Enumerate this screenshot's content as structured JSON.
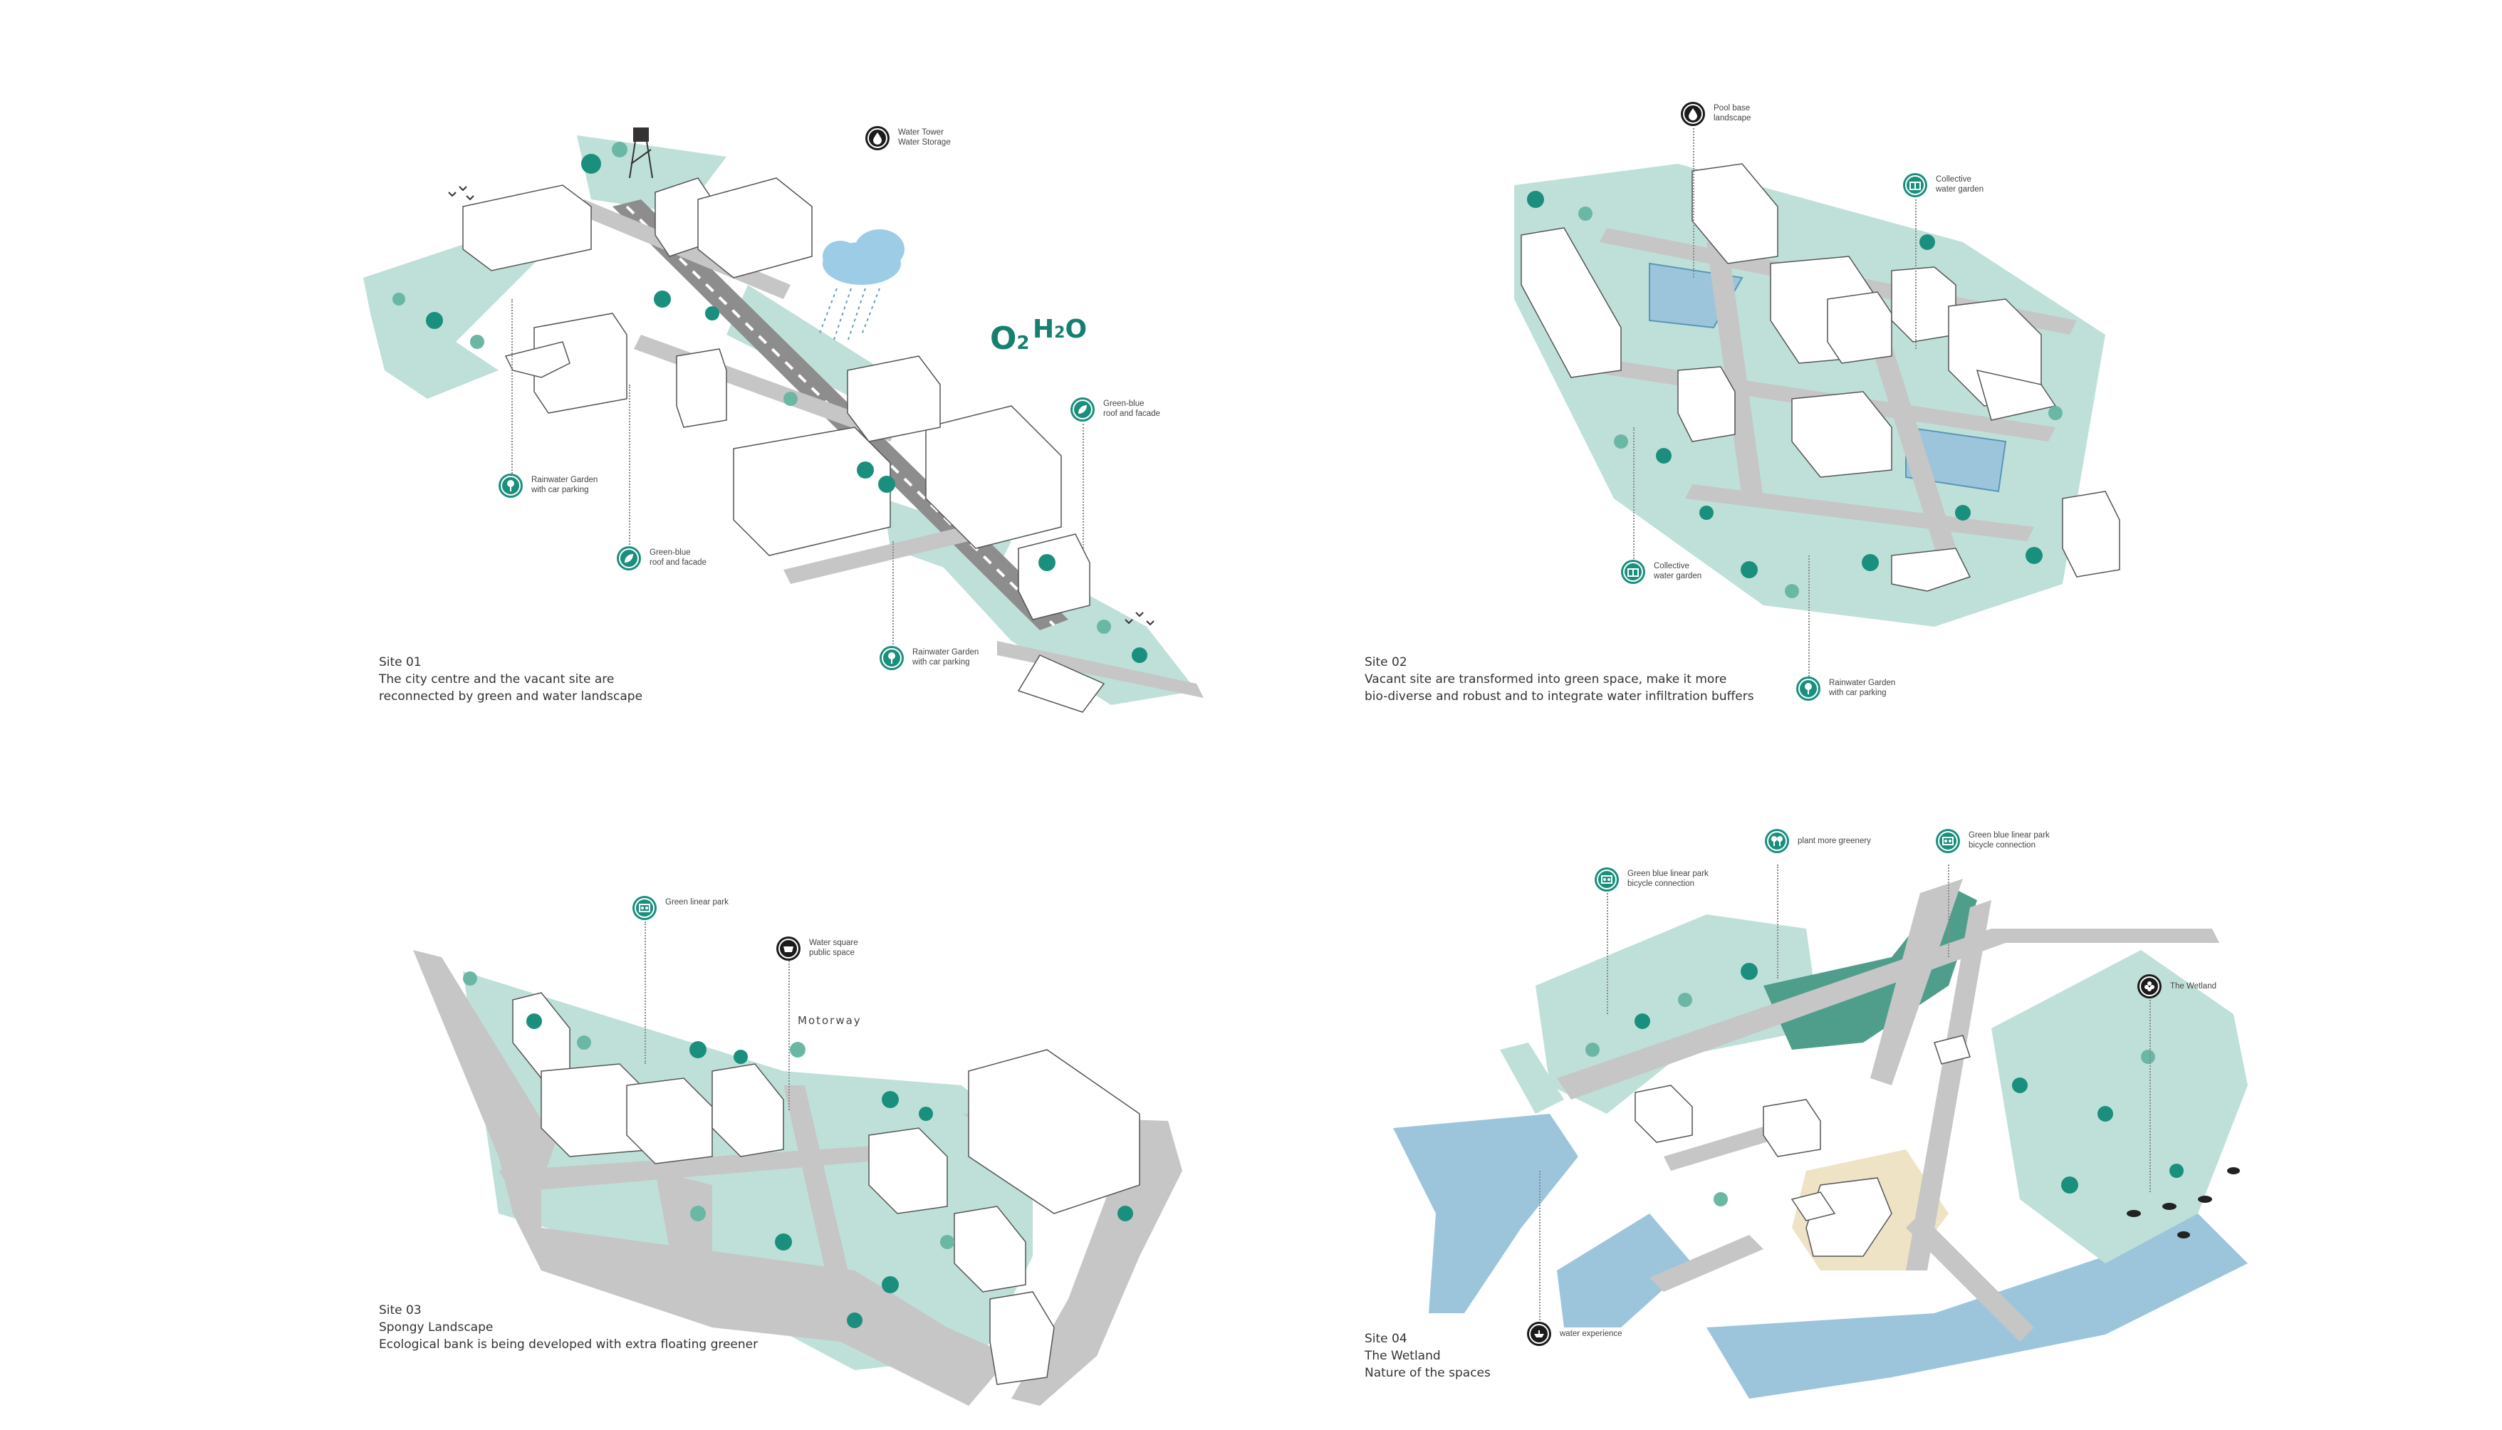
{
  "colors": {
    "green": "#bfe0d8",
    "teal": "#1a8f7e",
    "water": "#9cc5dc",
    "road": "#c6c6c6",
    "building": "#ffffff",
    "sand": "#efe3c6"
  },
  "site01": {
    "title": "Site 01",
    "desc1": "The city centre and the vacant site are",
    "desc2": "reconnected by green and water landscape",
    "chem_o2": "O",
    "chem_o2_sub": "2",
    "chem_h2o_h": "H",
    "chem_h2o_sub": "2",
    "chem_h2o_o": "O",
    "callouts": {
      "tower": {
        "line1": "Water Tower",
        "line2": "Water Storage",
        "icon": "water-drop-icon"
      },
      "roof_right": {
        "line1": "Green-blue",
        "line2": "roof and facade",
        "icon": "leaf-icon"
      },
      "rain_left": {
        "line1": "Rainwater Garden",
        "line2": "with car parking",
        "icon": "tree-icon"
      },
      "roof_left": {
        "line1": "Green-blue",
        "line2": "roof and facade",
        "icon": "leaf-icon"
      },
      "rain_bottom": {
        "line1": "Rainwater Garden",
        "line2": "with car parking",
        "icon": "tree-icon"
      }
    }
  },
  "site02": {
    "title": "Site 02",
    "desc1": "Vacant site are transformed into green space, make it more",
    "desc2": "bio-diverse and robust and to integrate water infiltration buffers",
    "callouts": {
      "pool": {
        "line1": "Pool base",
        "line2": "landscape",
        "icon": "water-drop-icon"
      },
      "collective_top": {
        "line1": "Collective",
        "line2": "water garden",
        "icon": "garden-icon"
      },
      "collective_left": {
        "line1": "Collective",
        "line2": "water garden",
        "icon": "garden-icon"
      },
      "rain": {
        "line1": "Rainwater Garden",
        "line2": "with car parking",
        "icon": "tree-icon"
      }
    }
  },
  "site03": {
    "title": "Site 03",
    "desc1": "Spongy Landscape",
    "desc2": "Ecological bank is being developed with extra floating greener",
    "motorway": "Motorway",
    "callouts": {
      "linear_park": {
        "line1": "Green linear park",
        "icon": "park-icon"
      },
      "water_square": {
        "line1": "Water square",
        "line2": "public space",
        "icon": "basin-icon"
      }
    }
  },
  "site04": {
    "title": "Site 04",
    "desc1": "The Wetland",
    "desc2": "Nature of the spaces",
    "callouts": {
      "bike_left": {
        "line1": "Green blue linear park",
        "line2": "bicycle connection",
        "icon": "park-icon"
      },
      "greenery": {
        "line1": "plant more greenery",
        "icon": "trees-icon"
      },
      "bike_right": {
        "line1": "Green blue linear park",
        "line2": "bicycle connection",
        "icon": "park-icon"
      },
      "wetland": {
        "line1": "The Wetland",
        "icon": "flower-icon"
      },
      "water_exp": {
        "line1": "water experience",
        "icon": "boat-icon"
      }
    }
  }
}
